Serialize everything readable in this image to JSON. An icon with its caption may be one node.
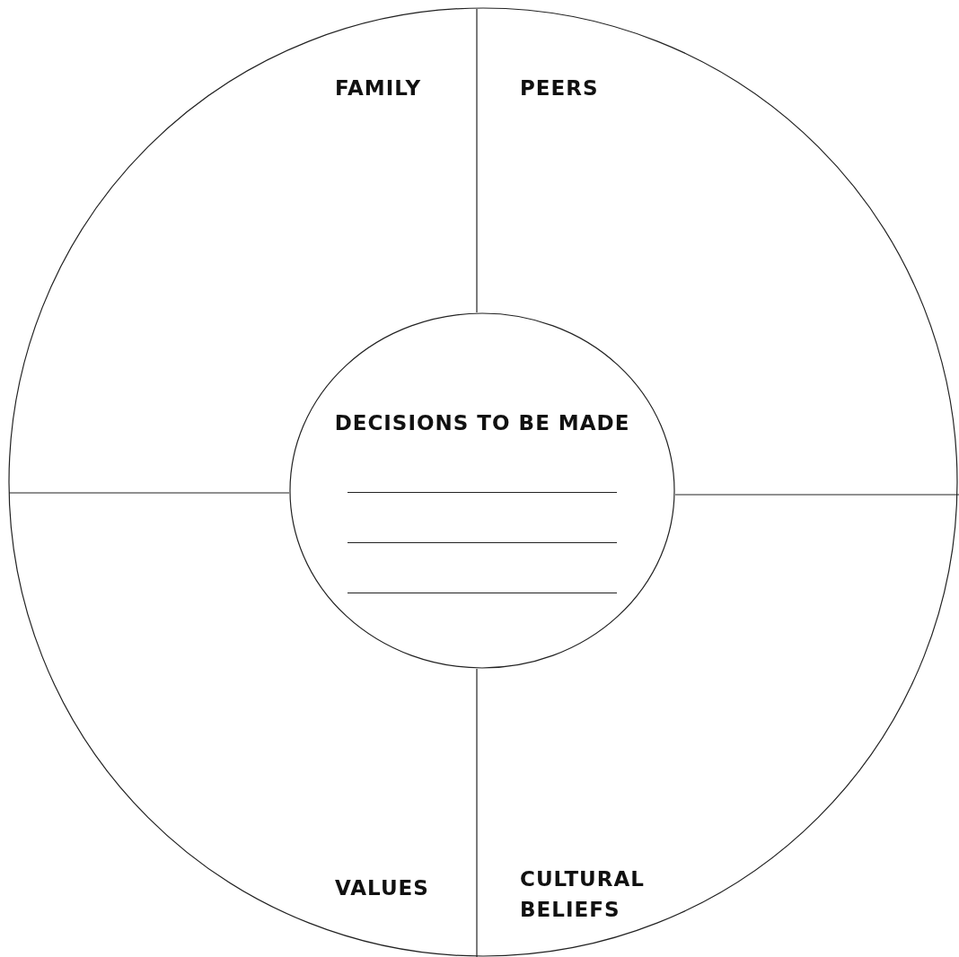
{
  "diagram": {
    "nodes": [
      {
        "text": [],
        "shape": "circle"
      },
      {
        "text": [
          "DECISIONS TO BE MADE"
        ],
        "in": 0
      }
    ],
    "labels": [
      "FAMILY",
      "PEERS",
      "VALUES",
      "CULTURAL BELIEFS"
    ]
  }
}
